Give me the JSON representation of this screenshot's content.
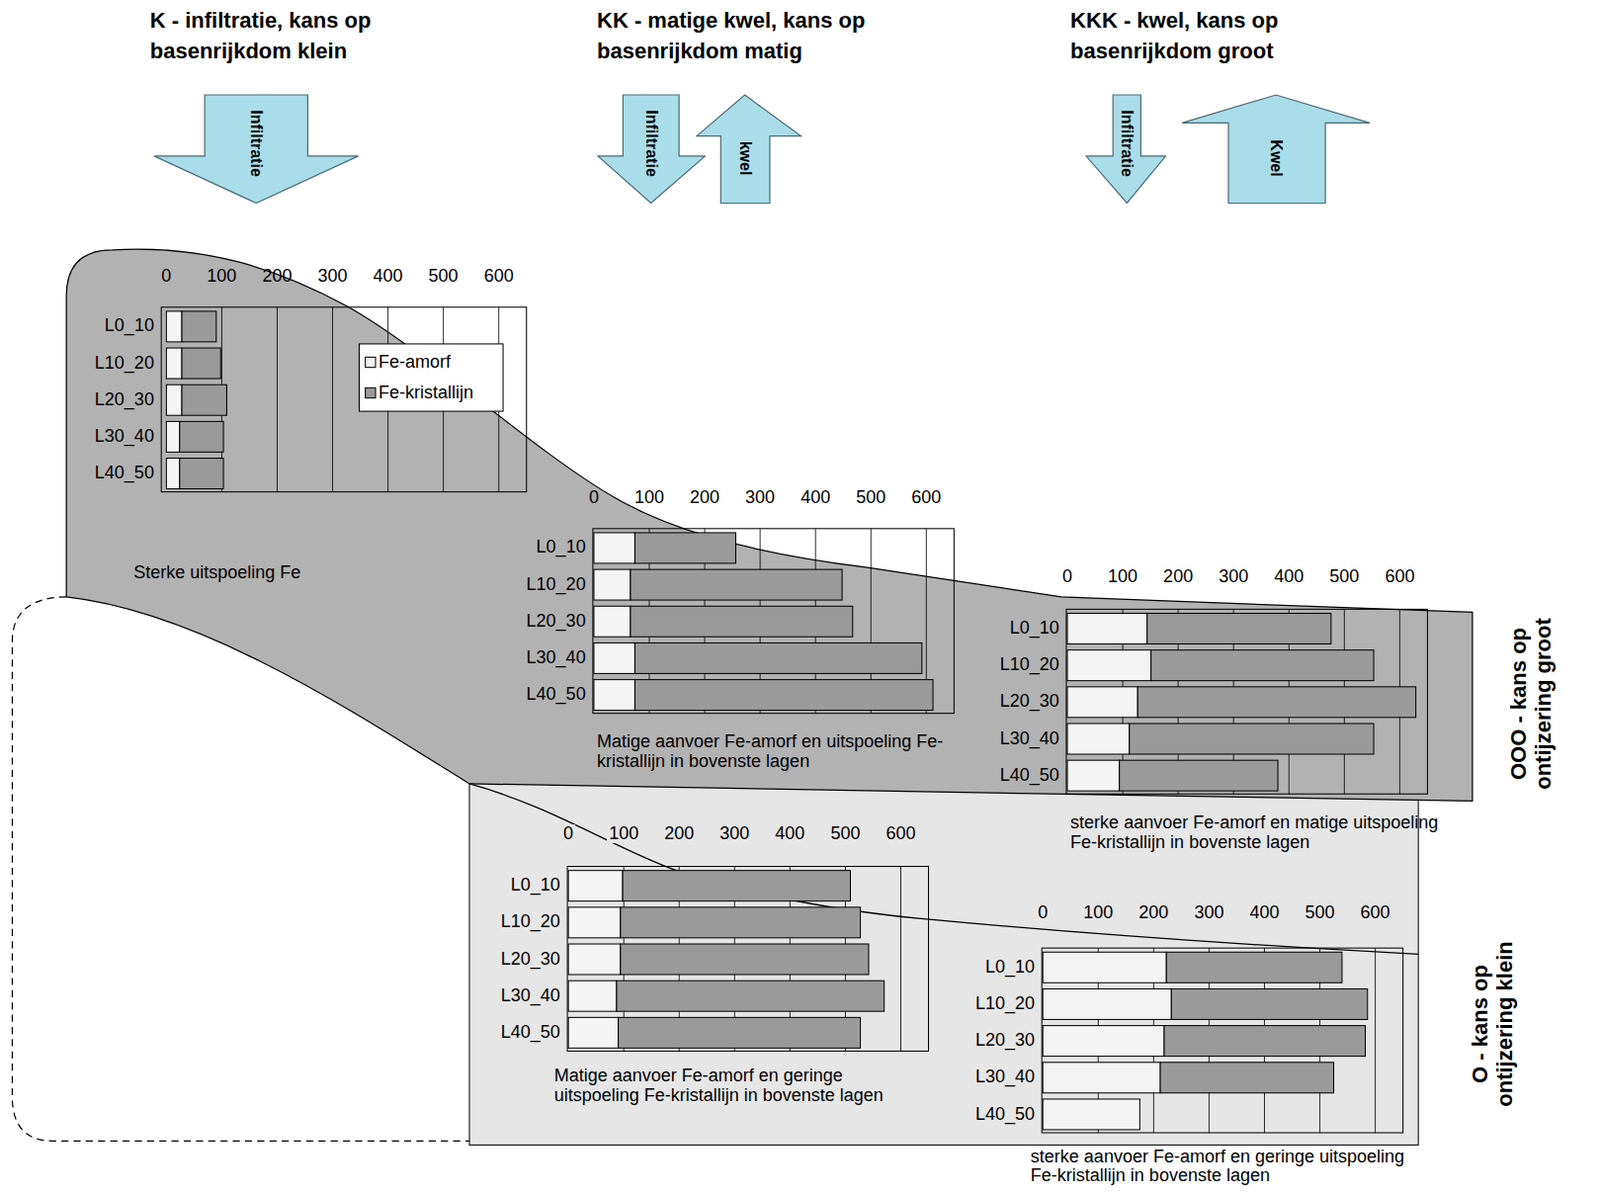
{
  "diagram": {
    "nodes": [
      {
        "text": [
          "Infiltratie"
        ]
      },
      {
        "text": [
          "Infiltratie"
        ]
      },
      {
        "text": [
          "kwel"
        ]
      },
      {
        "text": [
          "Infiltratie"
        ]
      },
      {
        "text": [
          "Kwel"
        ]
      }
    ],
    "labels": [
      "K - infiltratie, kans op basenrijkdom klein",
      "KK - matige kwel, kans op basenrijkdom matig",
      "KKK - kwel, kans op basenrijkdom groot",
      "0",
      "100",
      "200",
      "300",
      "400",
      "500",
      "600",
      "L0_10",
      "L10_20",
      "L20_30",
      "L30_40",
      "L40_50",
      "Sterke uitspoeling Fe",
      "0",
      "100",
      "200",
      "300",
      "400",
      "500",
      "600",
      "L0_10",
      "L10_20",
      "L20_30",
      "L30_40",
      "L40_50",
      "Matige aanvoer Fe-amorf en uitspoeling Fe-kristallijn in bovenste lagen",
      "0",
      "100",
      "200",
      "300",
      "400",
      "500",
      "600",
      "L0_10",
      "L10_20",
      "L20_30",
      "L30_40",
      "L40_50",
      "sterke aanvoer Fe-amorf en matige uitspoeling Fe-kristallijn in bovenste lagen",
      "0",
      "100",
      "200",
      "300",
      "400",
      "500",
      "600",
      "L0_10",
      "L10_20",
      "L20_30",
      "L30_40",
      "L40_50",
      "Matige aanvoer Fe-amorf en geringe uitspoeling Fe-kristallijn in bovenste lagen",
      "0",
      "100",
      "200",
      "300",
      "400",
      "500",
      "600",
      "L0_10",
      "L10_20",
      "L20_30",
      "L30_40",
      "L40_50",
      "sterke aanvoer Fe-amorf en geringe uitspoeling Fe-kristallijn in bovenste lagen",
      "OOO - kans op ontijzering groot",
      "O - kans op ontijzering klein"
    ],
    "legend": [
      {
        "text": "Fe-amorf",
        "color": "#f4f4f4"
      },
      {
        "text": "Fe-kristallijn",
        "color": "#9a9a9a"
      }
    ]
  }
}
